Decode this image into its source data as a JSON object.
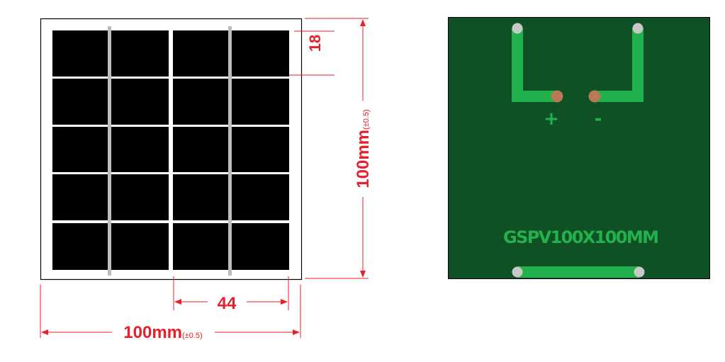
{
  "panel_front": {
    "cell_rows": 5,
    "cell_columns": 4,
    "busbars": 2
  },
  "dimensions": {
    "width_value": "100mm",
    "width_tolerance": "(±0.5)",
    "height_value": "100mm",
    "height_tolerance": "(±0.5)",
    "cell_height": "18",
    "cell_group_width": "44"
  },
  "panel_back": {
    "positive_label": "+",
    "negative_label": "-",
    "model_label": "GSPV100X100MM"
  },
  "colors": {
    "dimension": "#e8202a",
    "pcb": "#0f5024",
    "trace": "#22b14c",
    "pad": "#c8c8c8",
    "solder": "#b87a56"
  }
}
